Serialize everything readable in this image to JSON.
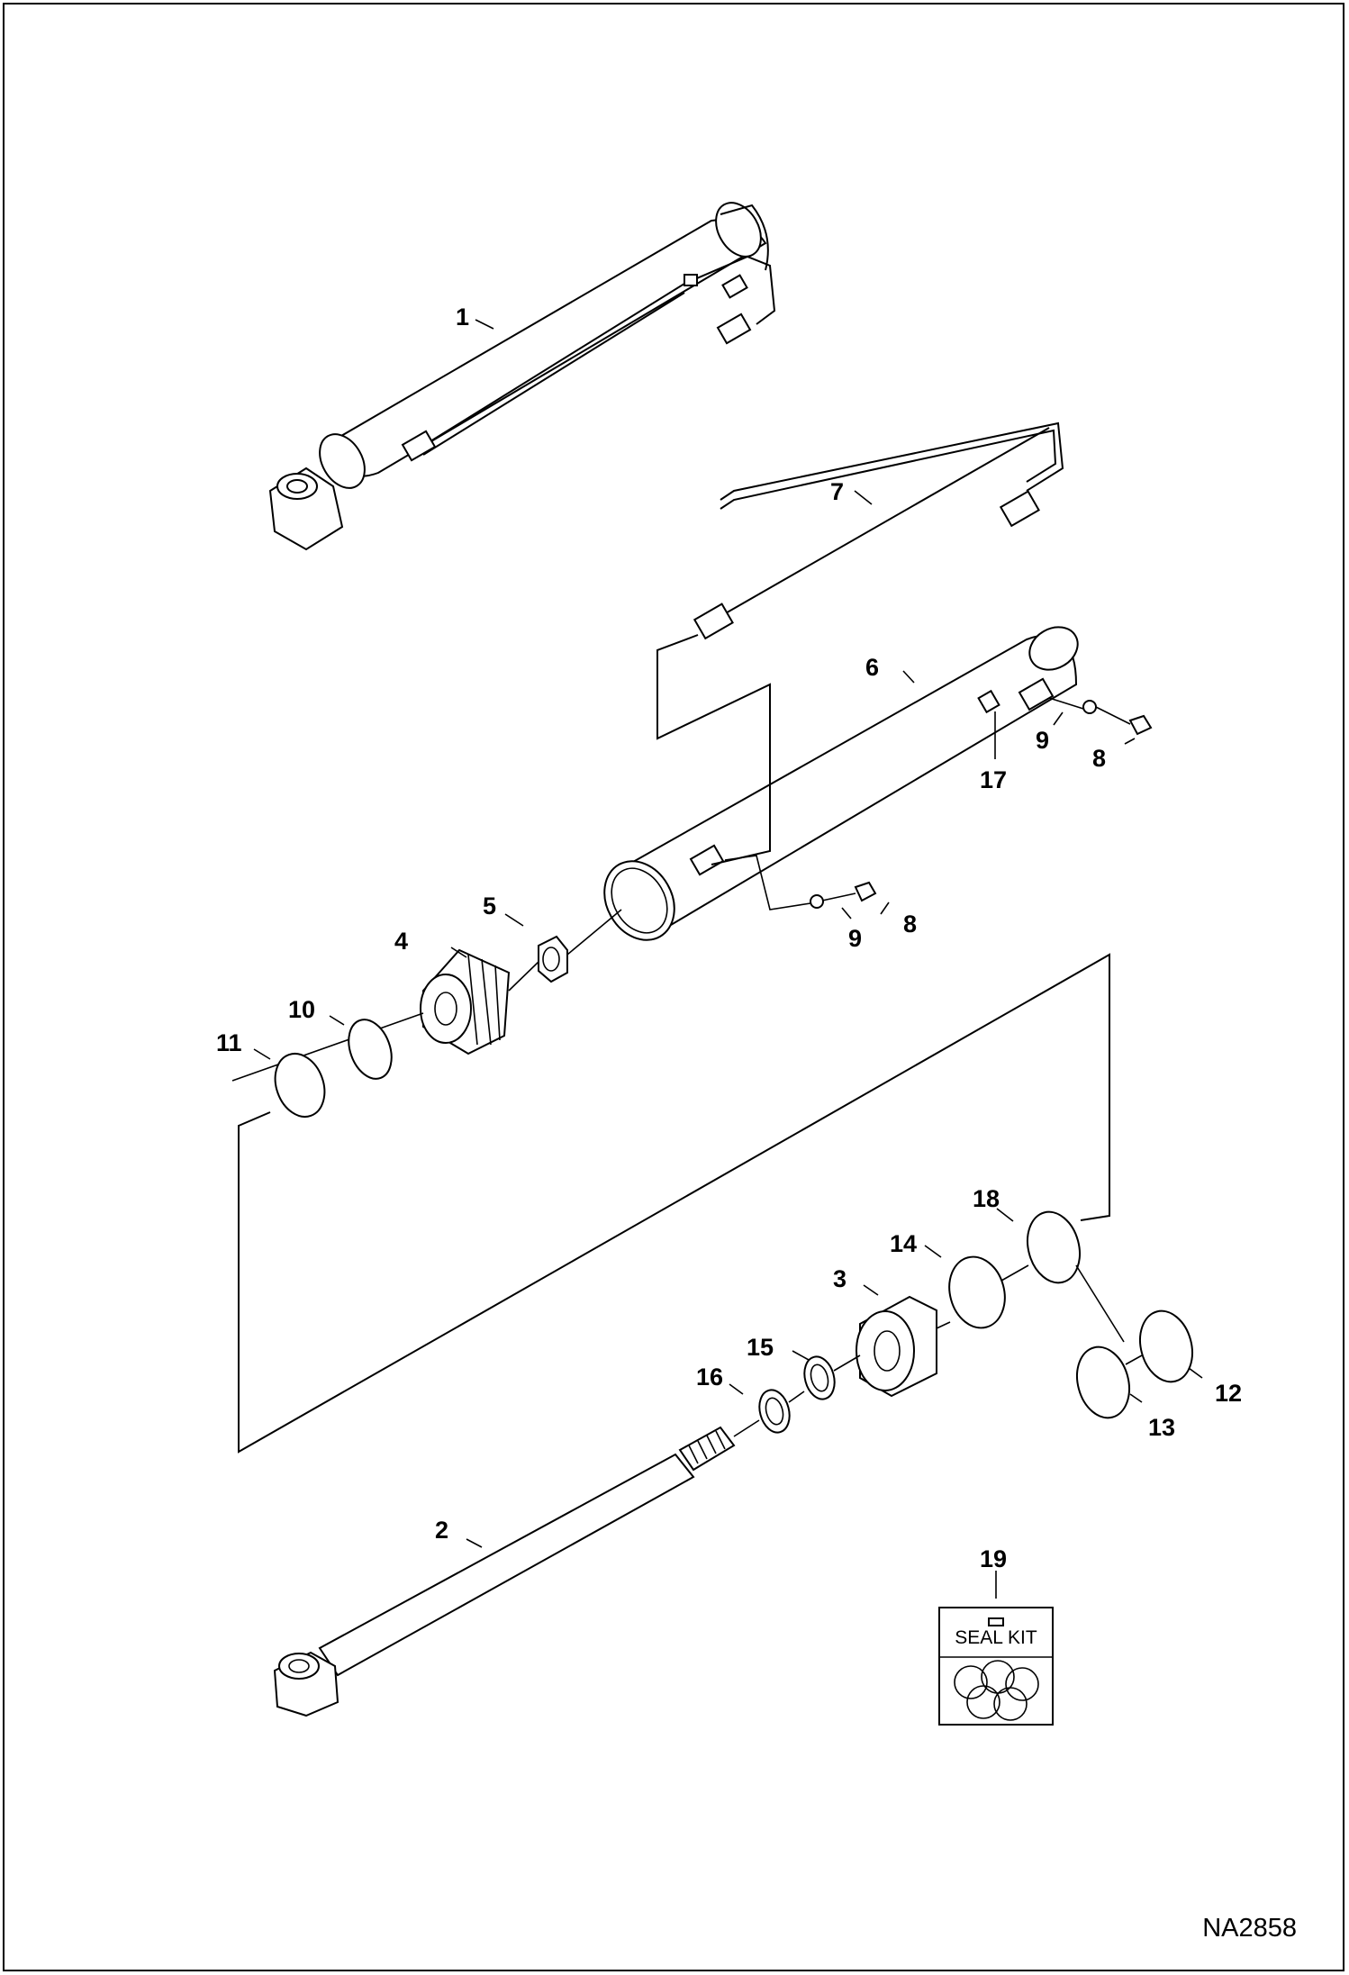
{
  "figure_code": "NA2858",
  "seal_kit_label": "SEAL KIT",
  "callouts": {
    "c1": "1",
    "c2": "2",
    "c3": "3",
    "c4": "4",
    "c5": "5",
    "c6": "6",
    "c7": "7",
    "c8a": "8",
    "c8b": "8",
    "c9a": "9",
    "c9b": "9",
    "c10": "10",
    "c11": "11",
    "c12": "12",
    "c13": "13",
    "c14": "14",
    "c15": "15",
    "c16": "16",
    "c17": "17",
    "c18": "18",
    "c19": "19"
  }
}
